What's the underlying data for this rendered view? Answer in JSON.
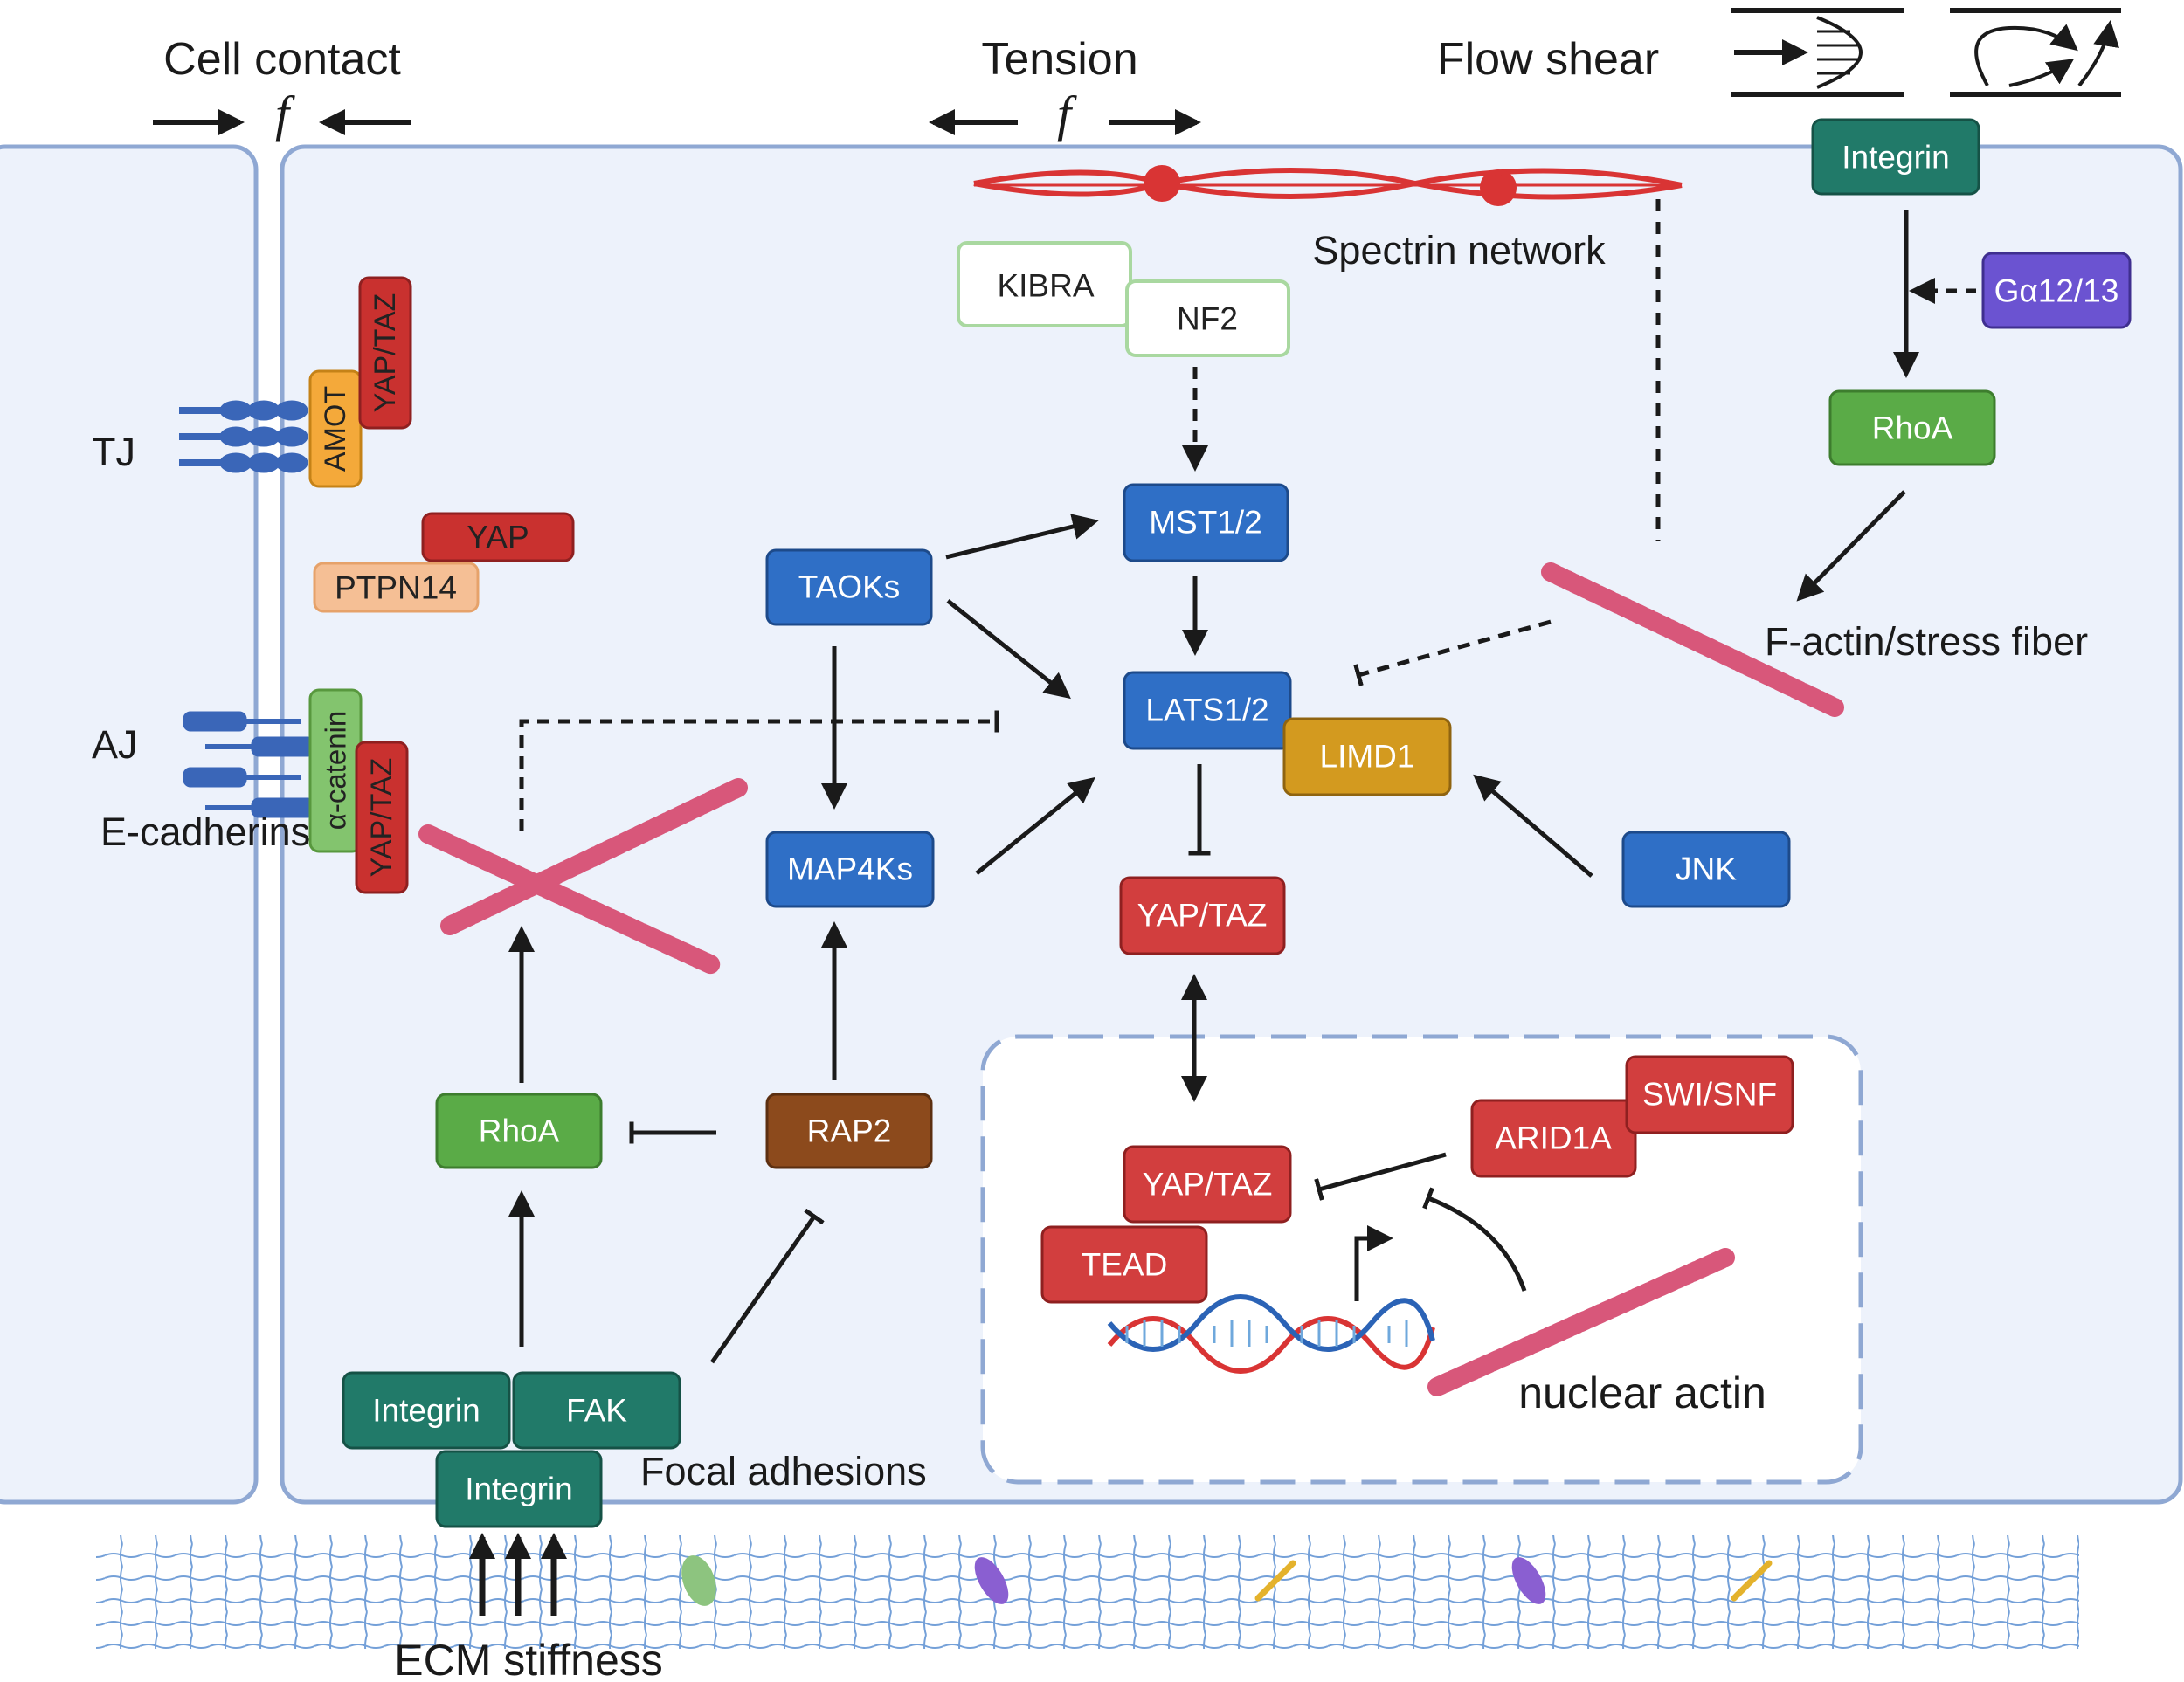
{
  "header": {
    "cell_contact": "Cell contact",
    "tension": "Tension",
    "flow_shear": "Flow shear",
    "force_symbol": "f"
  },
  "labels": {
    "tj": "TJ",
    "aj": "AJ",
    "e_cadherins": "E-cadherins",
    "spectrin": "Spectrin  network",
    "factin": "F-actin/stress fiber",
    "focal": "Focal adhesions",
    "nuclear_actin": "nuclear actin",
    "ecm": "ECM stiffness"
  },
  "nodes": {
    "amot": "AMOT",
    "yaptaz_tj": "YAP/TAZ",
    "yap": "YAP",
    "ptpn14": "PTPN14",
    "acatenin": "α-catenin",
    "yaptaz_aj": "YAP/TAZ",
    "kibra": "KIBRA",
    "nf2": "NF2",
    "integrin_top": "Integrin",
    "ga1213": "Gα12/13",
    "rhoa_top": "RhoA",
    "mst": "MST1/2",
    "taoks": "TAOKs",
    "lats": "LATS1/2",
    "limd1": "LIMD1",
    "map4ks": "MAP4Ks",
    "jnk": "JNK",
    "yaptaz_mid": "YAP/TAZ",
    "rhoa_left": "RhoA",
    "rap2": "RAP2",
    "arid1a": "ARID1A",
    "swisnf": "SWI/SNF",
    "yaptaz_nuc": "YAP/TAZ",
    "tead": "TEAD",
    "integrin_l": "Integrin",
    "fak": "FAK",
    "integrin_b": "Integrin"
  },
  "colors": {
    "blue": "#2f6fc6",
    "red": "#d23e3e",
    "green": "#5aab47",
    "teal": "#217a69",
    "brown": "#8c4a1c",
    "gold": "#d39a1f",
    "purple": "#6b53d1",
    "orange": "#f4a93a",
    "cell": "#edf2fb",
    "outline": "#8fa8d3"
  }
}
